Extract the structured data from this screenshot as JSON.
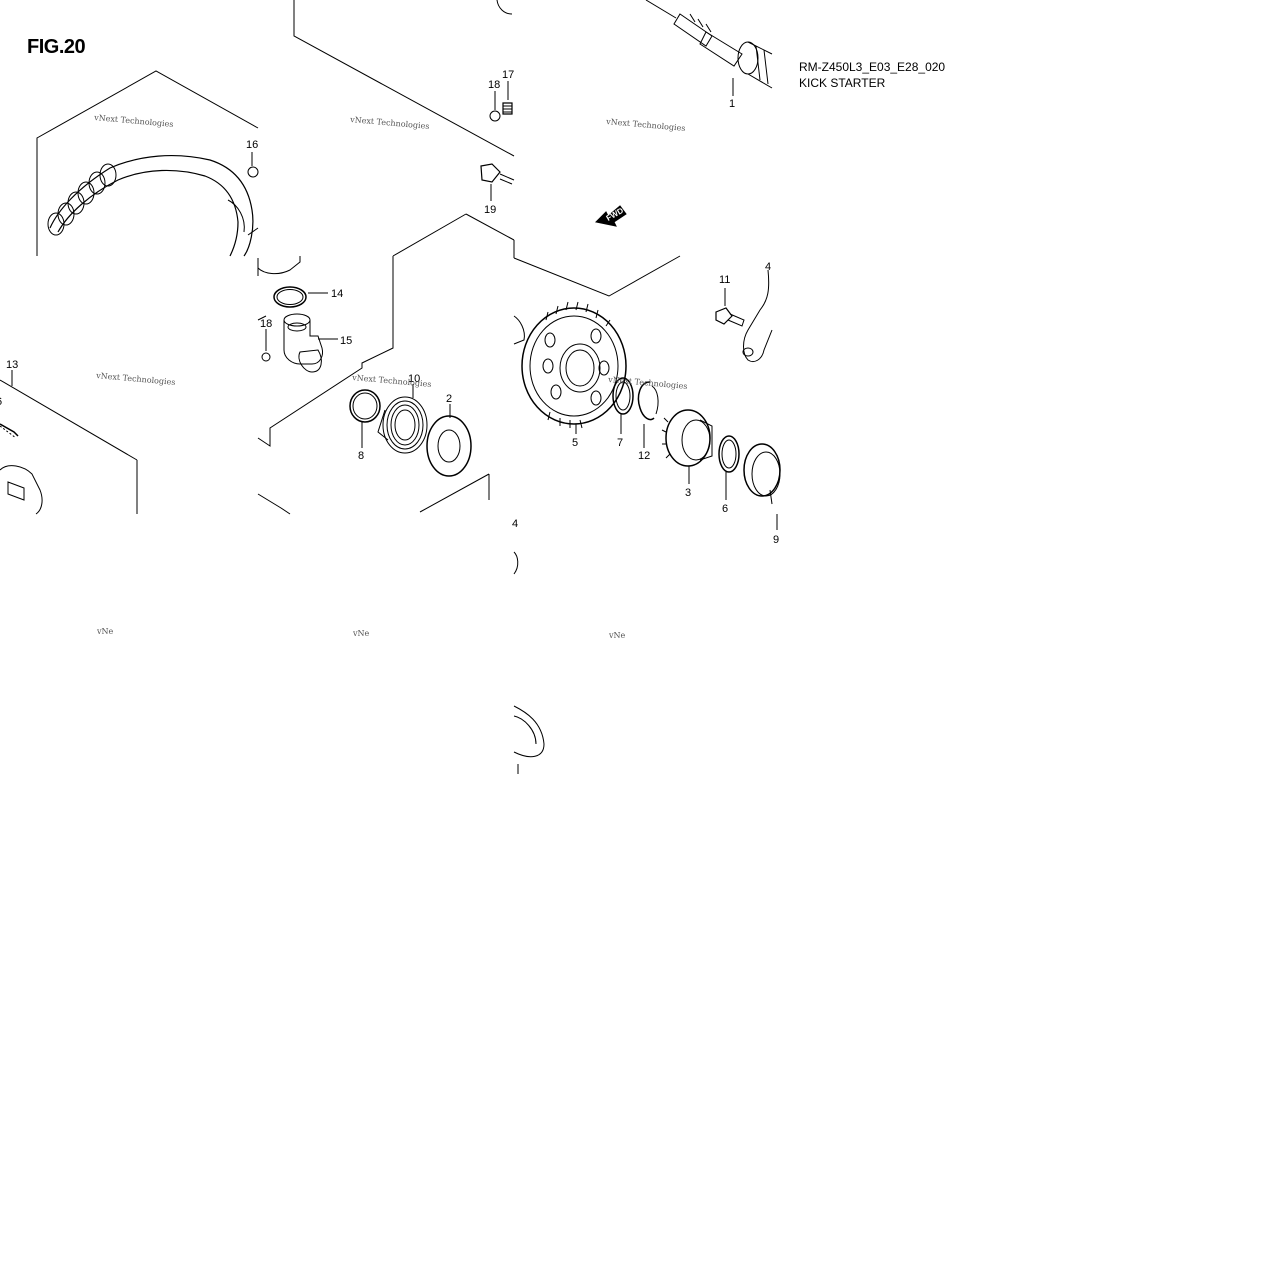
{
  "figure": {
    "title": "FIG.20",
    "ref_code": "RM-Z450L3_E03_E28_020",
    "ref_name": "KICK STARTER"
  },
  "watermark": {
    "text": "vNext Technologies",
    "fragment": "vNe"
  },
  "callouts": [
    "1",
    "2",
    "3",
    "4",
    "5",
    "6",
    "7",
    "8",
    "9",
    "10",
    "11",
    "12",
    "13",
    "14",
    "15",
    "16",
    "17",
    "18",
    "19"
  ],
  "fwd_label": "FWD",
  "colors": {
    "line": "#000000",
    "watermark": "#555555",
    "background": "#ffffff"
  }
}
